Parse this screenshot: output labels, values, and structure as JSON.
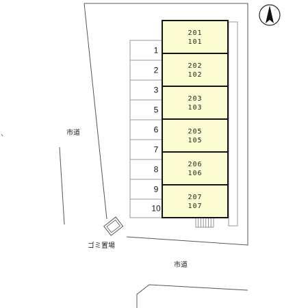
{
  "compass": {
    "label": "N",
    "icon": "north-arrow-icon"
  },
  "units": [
    {
      "upper": "201",
      "lower": "101"
    },
    {
      "upper": "202",
      "lower": "102"
    },
    {
      "upper": "203",
      "lower": "103"
    },
    {
      "upper": "205",
      "lower": "105"
    },
    {
      "upper": "206",
      "lower": "106"
    },
    {
      "upper": "207",
      "lower": "107"
    }
  ],
  "parking": [
    "1",
    "2",
    "3",
    "5",
    "6",
    "7",
    "8",
    "9",
    "10"
  ],
  "roads": {
    "west": "市道",
    "south": "市道"
  },
  "garbage": {
    "label": "ゴミ置場"
  },
  "colors": {
    "unit_fill": "#fcfcd2",
    "line": "#333333",
    "light_line": "#999999"
  }
}
